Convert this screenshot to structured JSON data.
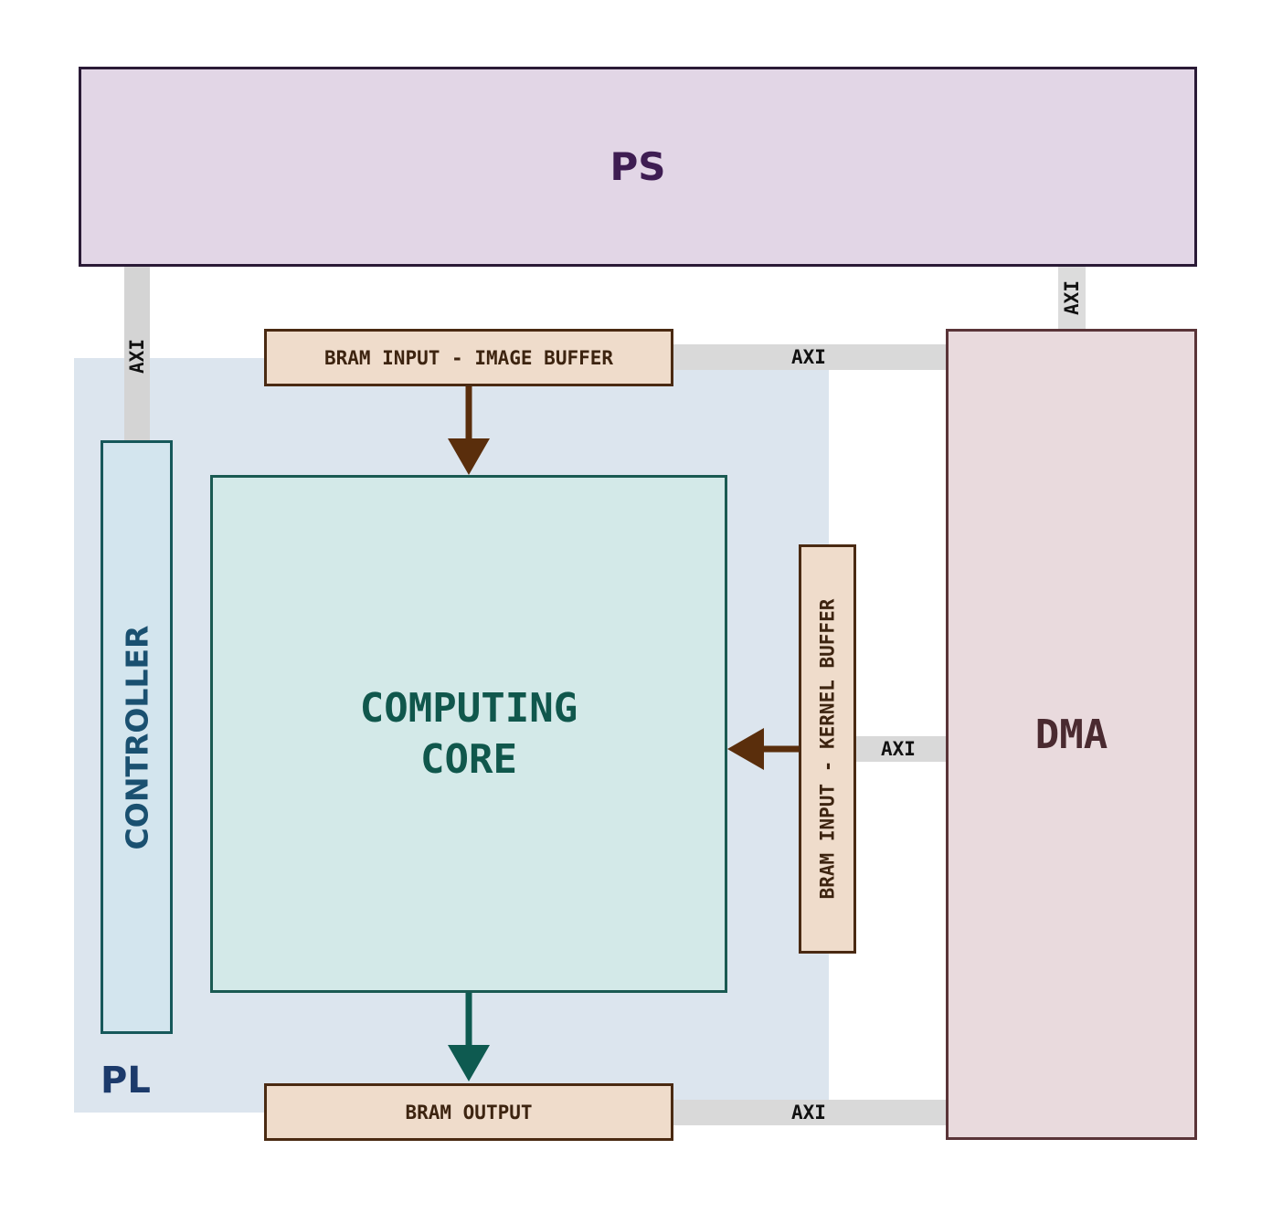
{
  "blocks": {
    "ps": "PS",
    "pl": "PL",
    "dma": "DMA",
    "controller": "CONTROLLER",
    "core_line1": "COMPUTING",
    "core_line2": "CORE",
    "bram_image": "BRAM INPUT - IMAGE BUFFER",
    "bram_kernel": "BRAM INPUT - KERNEL BUFFER",
    "bram_output": "BRAM OUTPUT"
  },
  "links": {
    "ps_controller": "AXI",
    "ps_dma": "AXI",
    "image_dma": "AXI",
    "kernel_dma": "AXI",
    "output_dma": "AXI"
  },
  "colors": {
    "ps_fill": "#e2d6e6",
    "pl_fill": "#dce5ee",
    "dma_fill": "#e9dadd",
    "bram_fill": "#efdccb",
    "core_fill": "#d3e9e8",
    "controller_fill": "#d3e5ee",
    "axi_bar": "#d9d9d9",
    "input_arrow": "#5a2e0c",
    "output_arrow": "#0e5a50"
  }
}
